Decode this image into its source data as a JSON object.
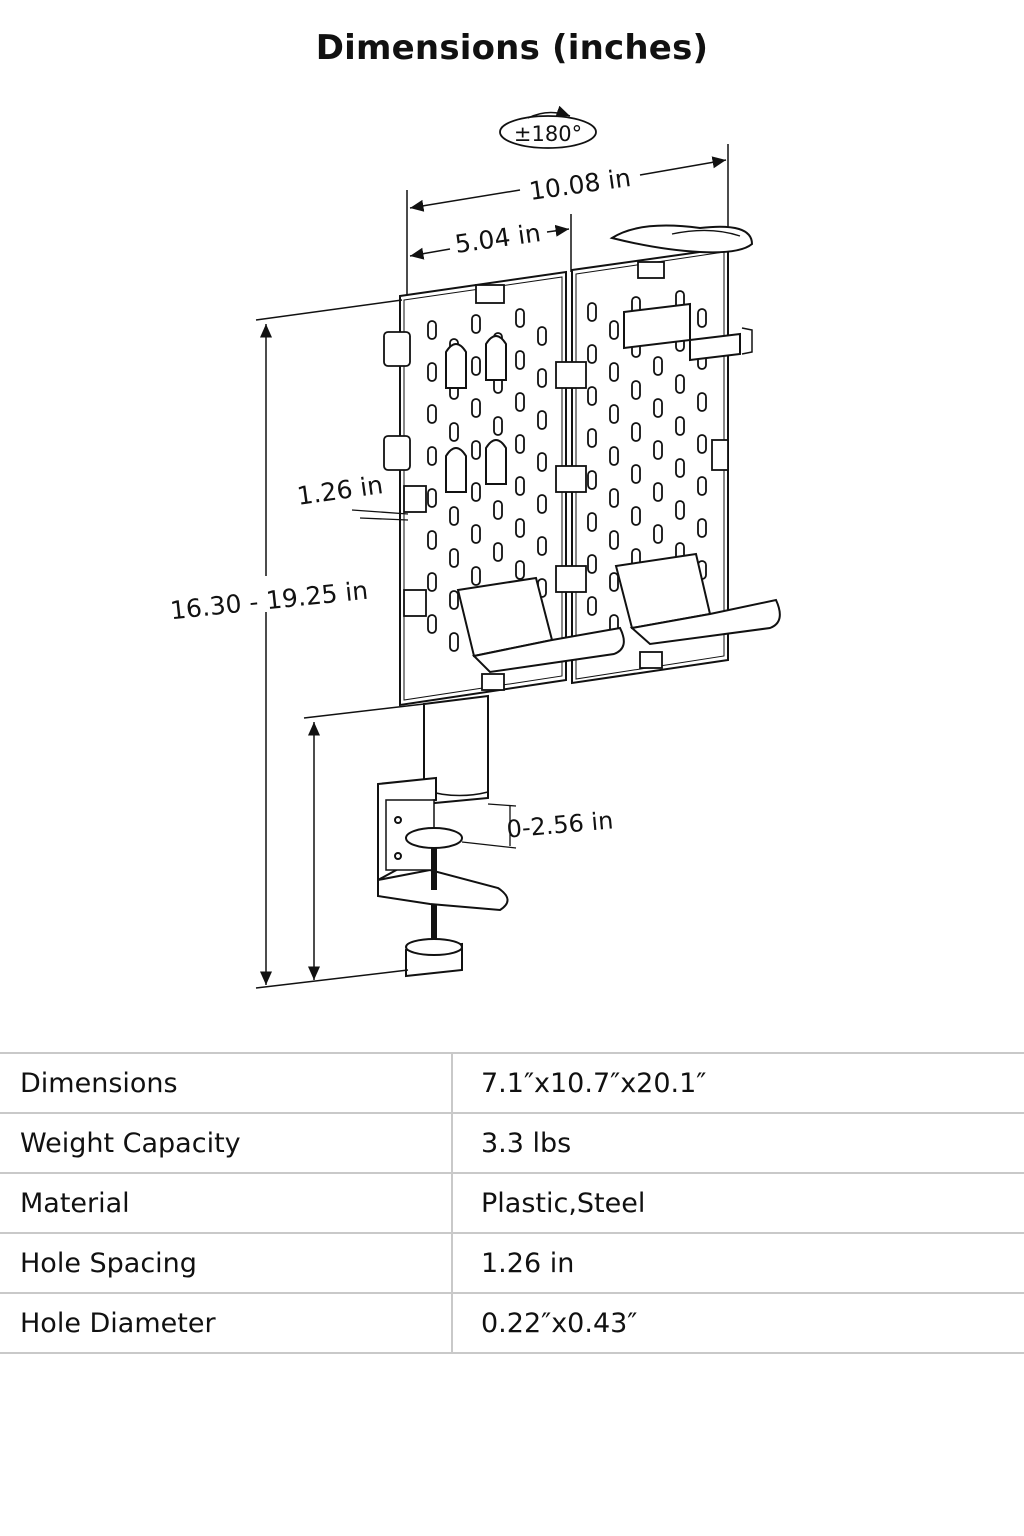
{
  "page": {
    "title": "Dimensions (inches)"
  },
  "diagram": {
    "rotation_label": "±180°",
    "width_total_label": "10.08 in",
    "width_half_label": "5.04 in",
    "hole_spacing_label": "1.26 in",
    "height_label": "16.30 - 19.25 in",
    "clamp_label": "0-2.56 in"
  },
  "specs": {
    "rows": [
      {
        "label": "Dimensions",
        "value": "7.1″x10.7″x20.1″"
      },
      {
        "label": "Weight Capacity",
        "value": "3.3 lbs"
      },
      {
        "label": "Material",
        "value": "Plastic,Steel"
      },
      {
        "label": "Hole Spacing",
        "value": "1.26 in"
      },
      {
        "label": "Hole Diameter",
        "value": "0.22″x0.43″"
      }
    ]
  }
}
